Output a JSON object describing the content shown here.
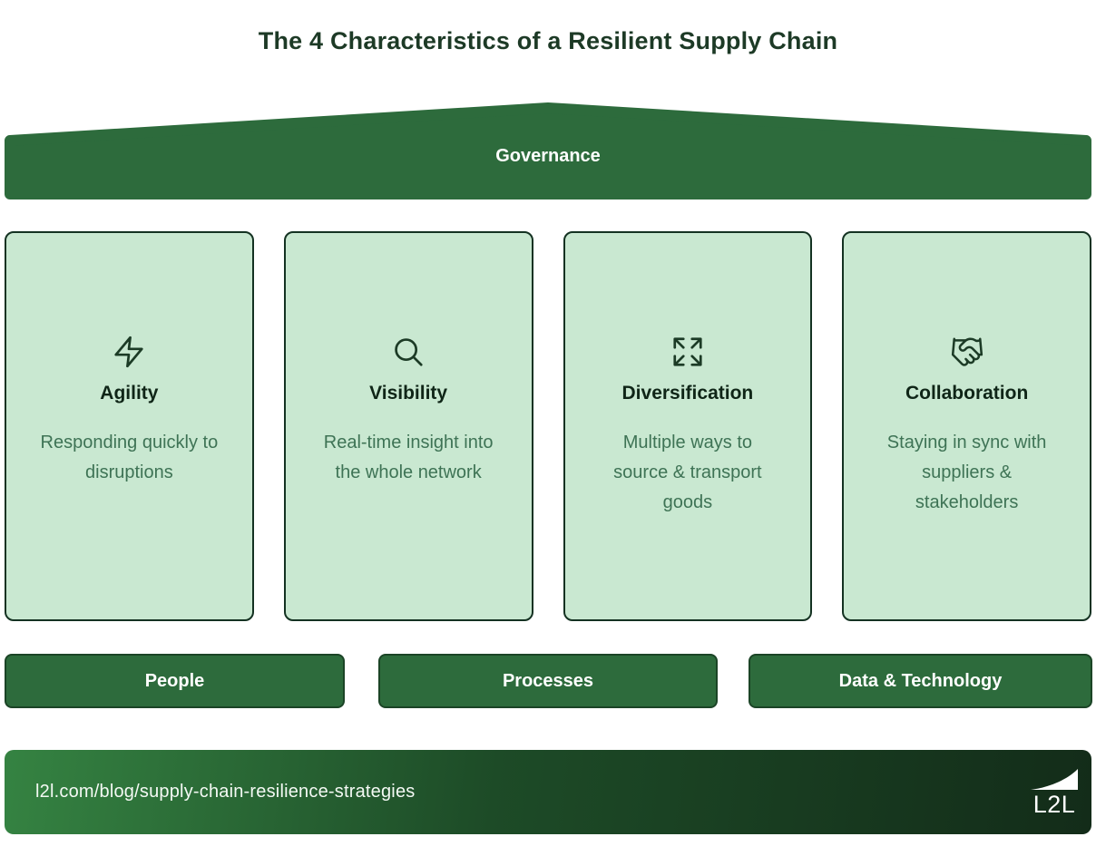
{
  "title": "The 4 Characteristics of a Resilient Supply Chain",
  "roof": {
    "label": "Governance"
  },
  "pillars": [
    {
      "icon": "lightning-bolt-icon",
      "title": "Agility",
      "description": "Responding quickly to disruptions"
    },
    {
      "icon": "magnifying-glass-icon",
      "title": "Visibility",
      "description": "Real-time insight into the whole network"
    },
    {
      "icon": "expand-arrows-icon",
      "title": "Diversification",
      "description": "Multiple ways to source & transport goods"
    },
    {
      "icon": "handshake-icon",
      "title": "Collaboration",
      "description": "Staying in sync with suppliers & stakeholders"
    }
  ],
  "foundation": {
    "bars": [
      {
        "label": "People"
      },
      {
        "label": "Processes"
      },
      {
        "label": "Data & Technology"
      }
    ]
  },
  "footer": {
    "url": "l2l.com/blog/supply-chain-resilience-strategies",
    "logo": "L2L"
  },
  "colors": {
    "dark_green": "#2d6b3c",
    "light_green": "#c9e8d1",
    "title_green": "#1d3a26",
    "body_text_green": "#3e7355",
    "card_border": "#143222",
    "footer_gradient_start": "#358342",
    "footer_gradient_end": "#132c19",
    "white": "#ffffff"
  }
}
